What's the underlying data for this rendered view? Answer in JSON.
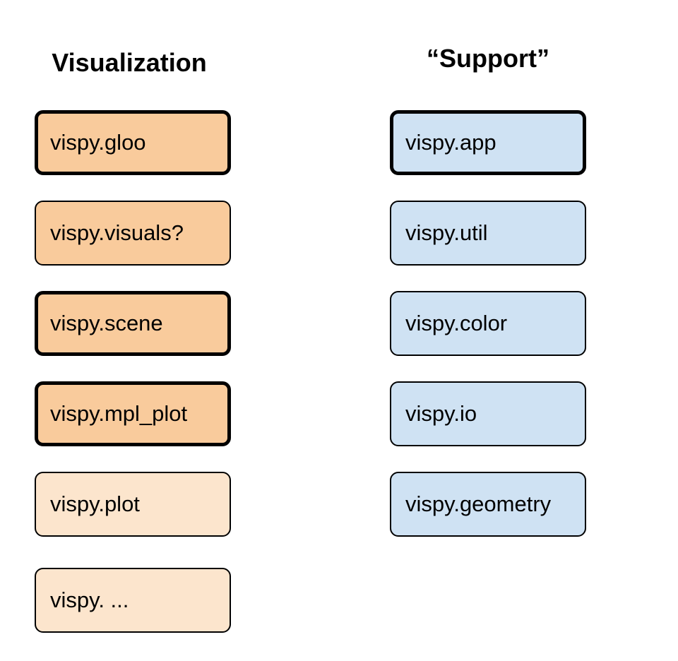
{
  "colors": {
    "orange_strong": "#f9cb9c",
    "orange_light": "#fce5cd",
    "blue": "#cfe2f3",
    "border": "#000000"
  },
  "visualization": {
    "heading": "Visualization",
    "modules": [
      {
        "label": "vispy.gloo",
        "style": "strong",
        "emphasis": "thick-border"
      },
      {
        "label": "vispy.visuals?",
        "style": "strong",
        "emphasis": "normal"
      },
      {
        "label": "vispy.scene",
        "style": "strong",
        "emphasis": "thick-border"
      },
      {
        "label": "vispy.mpl_plot",
        "style": "strong",
        "emphasis": "thick-border"
      },
      {
        "label": "vispy.plot",
        "style": "light",
        "emphasis": "normal"
      },
      {
        "label": "vispy. ...",
        "style": "light",
        "emphasis": "normal"
      }
    ]
  },
  "support": {
    "heading": "“Support”",
    "modules": [
      {
        "label": "vispy.app",
        "emphasis": "thick-border"
      },
      {
        "label": "vispy.util",
        "emphasis": "normal"
      },
      {
        "label": "vispy.color",
        "emphasis": "normal"
      },
      {
        "label": "vispy.io",
        "emphasis": "normal"
      },
      {
        "label": "vispy.geometry",
        "emphasis": "normal"
      }
    ]
  }
}
